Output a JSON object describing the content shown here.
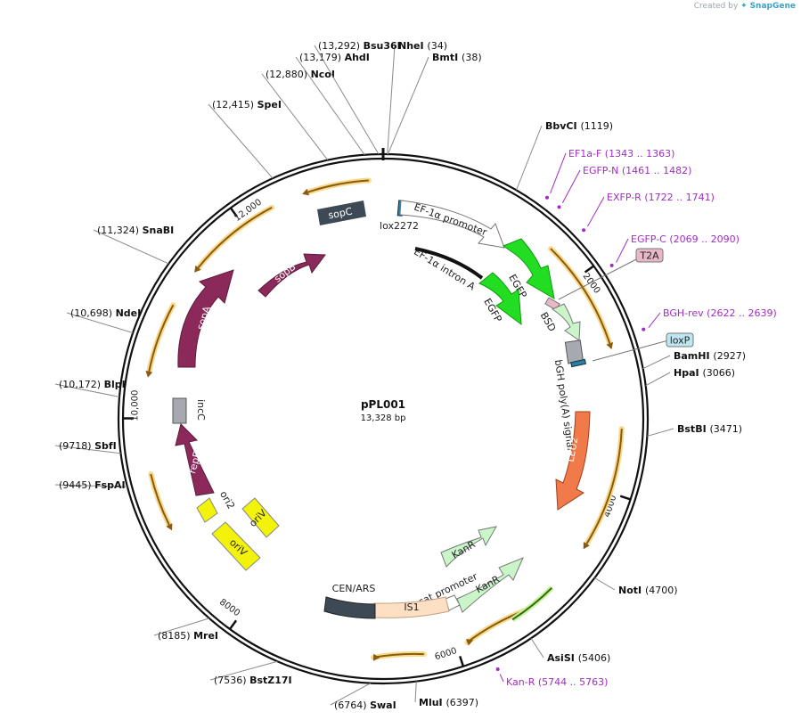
{
  "credit": {
    "prefix": "Created by",
    "brand": "SnapGene"
  },
  "plasmid": {
    "name": "pPL001",
    "length_label": "13,328 bp",
    "length": 13328
  },
  "ticks": [
    {
      "pos": 2000,
      "label": "2000"
    },
    {
      "pos": 4000,
      "label": "4000"
    },
    {
      "pos": 6000,
      "label": "6000"
    },
    {
      "pos": 8000,
      "label": "8000"
    },
    {
      "pos": 10000,
      "label": "10,000"
    },
    {
      "pos": 12000,
      "label": "12,000"
    }
  ],
  "sites": [
    {
      "name": "NheI",
      "pos_label": "(34)",
      "pos": 34
    },
    {
      "name": "BmtI",
      "pos_label": "(38)",
      "pos": 38
    },
    {
      "name": "BbvCI",
      "pos_label": "(1119)",
      "pos": 1119
    },
    {
      "name": "BamHI",
      "pos_label": "(2927)",
      "pos": 2927
    },
    {
      "name": "HpaI",
      "pos_label": "(3066)",
      "pos": 3066
    },
    {
      "name": "BstBI",
      "pos_label": "(3471)",
      "pos": 3471
    },
    {
      "name": "NotI",
      "pos_label": "(4700)",
      "pos": 4700
    },
    {
      "name": "AsiSI",
      "pos_label": "(5406)",
      "pos": 5406
    },
    {
      "name": "MluI",
      "pos_label": "(6397)",
      "pos": 6397
    },
    {
      "name": "SwaI",
      "pos_label": "(6764)",
      "pos": 6764
    },
    {
      "name": "BstZ17I",
      "pos_label": "(7536)",
      "pos": 7536
    },
    {
      "name": "MreI",
      "pos_label": "(8185)",
      "pos": 8185
    },
    {
      "name": "FspAI",
      "pos_label": "(9445)",
      "pos": 9445
    },
    {
      "name": "SbfI",
      "pos_label": "(9718)",
      "pos": 9718
    },
    {
      "name": "BlpI",
      "pos_label": "(10,172)",
      "pos": 10172
    },
    {
      "name": "NdeI",
      "pos_label": "(10,698)",
      "pos": 10698
    },
    {
      "name": "SnaBI",
      "pos_label": "(11,324)",
      "pos": 11324
    },
    {
      "name": "SpeI",
      "pos_label": "(12,415)",
      "pos": 12415
    },
    {
      "name": "NcoI",
      "pos_label": "(12,880)",
      "pos": 12880
    },
    {
      "name": "AhdI",
      "pos_label": "(13,179)",
      "pos": 13179
    },
    {
      "name": "Bsu36I",
      "pos_label": "(13,292)",
      "pos": 13292
    }
  ],
  "primers": [
    {
      "name": "EF1a-F",
      "range": "(1343 .. 1363)",
      "pos": 1353
    },
    {
      "name": "EGFP-N",
      "range": "(1461 .. 1482)",
      "pos": 1471
    },
    {
      "name": "EXFP-R",
      "range": "(1722 .. 1741)",
      "pos": 1731
    },
    {
      "name": "EGFP-C",
      "range": "(2069 .. 2090)",
      "pos": 2079
    },
    {
      "name": "BGH-rev",
      "range": "(2622 .. 2639)",
      "pos": 2630
    },
    {
      "name": "Kan-R",
      "range": "(5744 .. 5763)",
      "pos": 5753
    }
  ],
  "boxed_labels": [
    {
      "name": "T2A",
      "color": "#e8b8c8"
    },
    {
      "name": "loxP",
      "color": "#bfe6f0"
    }
  ],
  "features": {
    "sopC": "sopC",
    "sopB": "sopB",
    "sopA": "sopA",
    "incC": "incC",
    "repE": "repE",
    "ori2": "ori2",
    "oriV_1": "oriV",
    "oriV_2": "oriV",
    "lox2272": "lox2272",
    "ef1a_promoter": "EF-1α promoter",
    "ef1a_intron": "EF-1α intron A",
    "egfp_1": "EGFP",
    "egfp_2": "EGFP",
    "bsd": "BSD",
    "bgh": "bGH poly(A) signal",
    "leu2": "LEU2",
    "kanr_1": "KanR",
    "kanr_2": "KanR",
    "cat_promoter": "cat promoter",
    "is1": "IS1",
    "cen_ars": "CEN/ARS"
  },
  "colors": {
    "backbone": "#111111",
    "primer": "#a12cc4",
    "orf_arc": "#e8a61a",
    "sop": "#8b2a5a",
    "sopC": "#3d4a55",
    "egfp": "#22dd22",
    "bsd": "#c9f5c9",
    "leu2": "#f07a4a",
    "kanr": "#c9f5c9",
    "ori": "#f2f20a",
    "is1": "#fde0c4",
    "incC": "#a6aab0"
  }
}
